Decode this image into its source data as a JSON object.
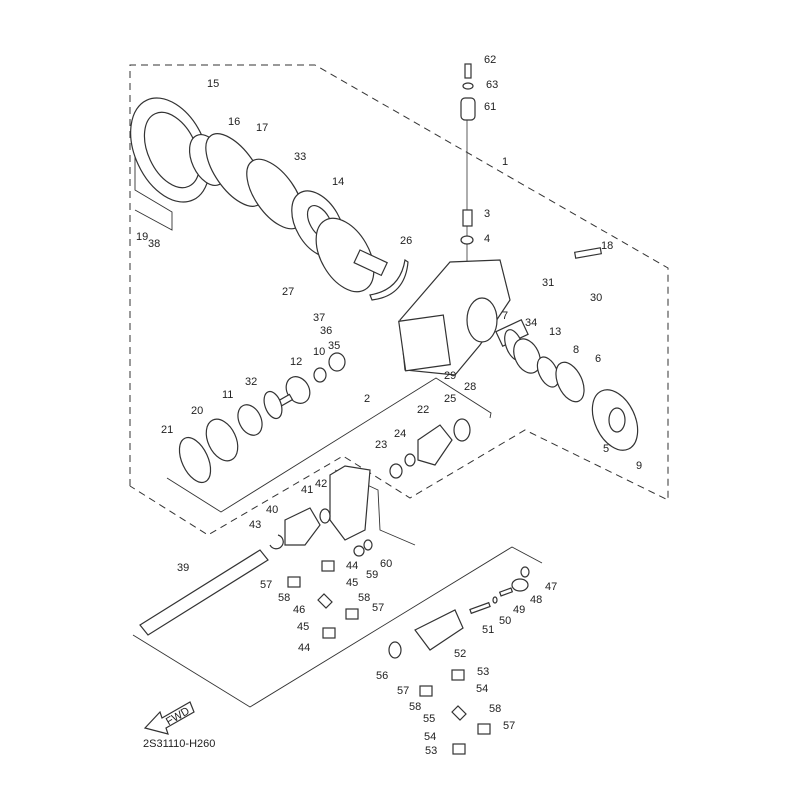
{
  "diagram": {
    "type": "exploded-parts-diagram",
    "code": "2S31110-H260",
    "direction_badge": "FWD",
    "labels": [
      "62",
      "63",
      "61",
      "1",
      "3",
      "4",
      "18",
      "31",
      "30",
      "7",
      "34",
      "13",
      "8",
      "6",
      "5",
      "9",
      "15",
      "16",
      "17",
      "33",
      "14",
      "19",
      "38",
      "26",
      "27",
      "37",
      "36",
      "35",
      "10",
      "12",
      "2",
      "29",
      "28",
      "32",
      "11",
      "20",
      "21",
      "22",
      "25",
      "24",
      "23",
      "41",
      "42",
      "40",
      "43",
      "39",
      "44",
      "45",
      "57",
      "58",
      "46",
      "58",
      "57",
      "45",
      "44",
      "59",
      "60",
      "47",
      "48",
      "49",
      "50",
      "51",
      "52",
      "56",
      "53",
      "54",
      "57",
      "58",
      "55",
      "58",
      "57",
      "54",
      "53"
    ]
  }
}
